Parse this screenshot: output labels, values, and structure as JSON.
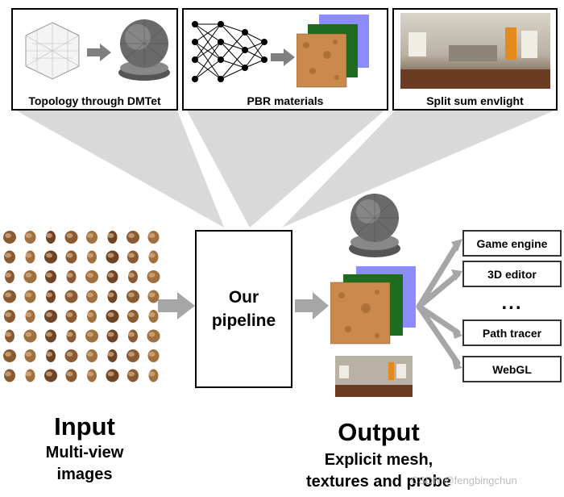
{
  "panels": {
    "topology_label": "Topology through DMTet",
    "pbr_label": "PBR materials",
    "envlight_label": "Split sum envlight"
  },
  "pipeline": {
    "line1": "Our",
    "line2": "pipeline"
  },
  "targets": {
    "game_engine": "Game engine",
    "editor_3d": "3D editor",
    "ellipsis": "...",
    "path_tracer": "Path tracer",
    "webgl": "WebGL"
  },
  "input": {
    "title": "Input",
    "line1": "Multi-view",
    "line2": "images"
  },
  "output": {
    "title": "Output",
    "line1": "Explicit mesh,",
    "line2": "textures and probe"
  },
  "watermark": "CSDN @fengbingchun",
  "colors": {
    "cone": "#d9d9d9",
    "arrow": "#a6a6a6",
    "texture": "#c98a4b",
    "normal_map": "#8c8cff",
    "roughness_map": "#1f6b1f"
  }
}
